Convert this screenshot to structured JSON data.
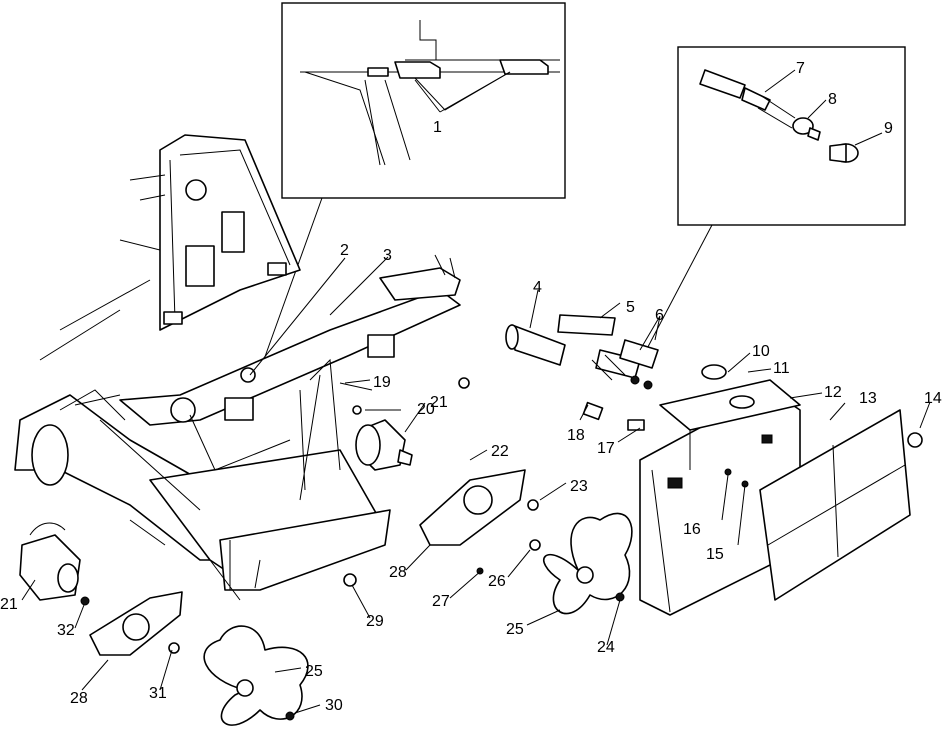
{
  "diagram": {
    "callouts": {
      "c1": "1",
      "c2": "2",
      "c3": "3",
      "c4": "4",
      "c5": "5",
      "c6": "6",
      "c7": "7",
      "c8": "8",
      "c9": "9",
      "c10": "10",
      "c11": "11",
      "c12": "12",
      "c13": "13",
      "c14": "14",
      "c15": "15",
      "c16": "16",
      "c17": "17",
      "c18": "18",
      "c19": "19",
      "c20": "20",
      "c21a": "21",
      "c21b": "21",
      "c22": "22",
      "c23": "23",
      "c24": "24",
      "c25a": "25",
      "c25b": "25",
      "c26": "26",
      "c27": "27",
      "c28a": "28",
      "c28b": "28",
      "c29": "29",
      "c30": "30",
      "c31": "31",
      "c32": "32"
    }
  }
}
